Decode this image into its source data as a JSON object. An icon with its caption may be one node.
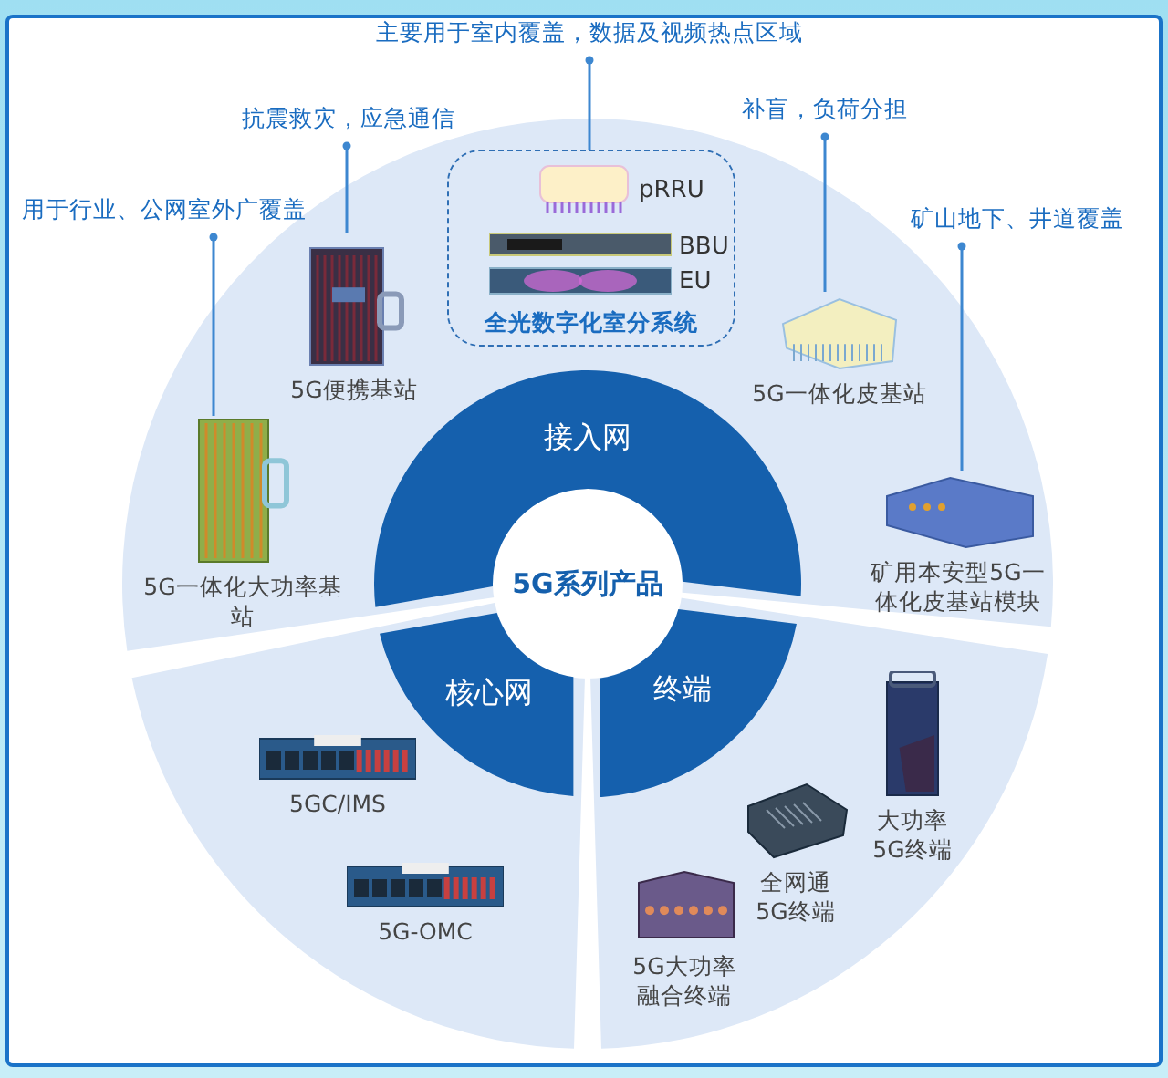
{
  "diagram": {
    "nodes": [
      {
        "text": [
          "5G系列产品"
        ]
      },
      {
        "text": [
          "接入网"
        ]
      },
      {
        "text": [
          "核心网"
        ]
      },
      {
        "text": [
          "终端"
        ]
      },
      {
        "text": [
          "用于行业、公网室外广覆盖"
        ]
      },
      {
        "text": [
          "5G一体化大功率基站"
        ]
      },
      {
        "text": [
          "抗震救灾，应急通信"
        ]
      },
      {
        "text": [
          "5G便携基站"
        ]
      },
      {
        "text": [
          "主要用于室内覆盖，数据及视频热点区域"
        ]
      },
      {
        "text": [
          "全光数字化室分系统"
        ]
      },
      {
        "text": [
          "pRRU"
        ],
        "in": 9
      },
      {
        "text": [
          "BBU"
        ],
        "in": 9
      },
      {
        "text": [
          "EU"
        ],
        "in": 9
      },
      {
        "text": [
          "补盲，负荷分担"
        ]
      },
      {
        "text": [
          "5G一体化皮基站"
        ]
      },
      {
        "text": [
          "矿山地下、井道覆盖"
        ]
      },
      {
        "text": [
          "矿用本安型5G一体化皮基站模块"
        ]
      },
      {
        "text": [
          "5GC/IMS"
        ]
      },
      {
        "text": [
          "5G-OMC"
        ]
      },
      {
        "text": [
          "大功率5G终端"
        ]
      },
      {
        "text": [
          "全网通5G终端"
        ]
      },
      {
        "text": [
          "5G大功率融合终端"
        ]
      }
    ],
    "edges": [
      {
        "from": 4,
        "to": 5,
        "arrow": "other"
      },
      {
        "from": 6,
        "to": 7,
        "arrow": "other"
      },
      {
        "from": 8,
        "to": 9,
        "arrow": "other"
      },
      {
        "from": 13,
        "to": 14,
        "arrow": "other"
      },
      {
        "from": 15,
        "to": 16,
        "arrow": "other"
      }
    ]
  }
}
